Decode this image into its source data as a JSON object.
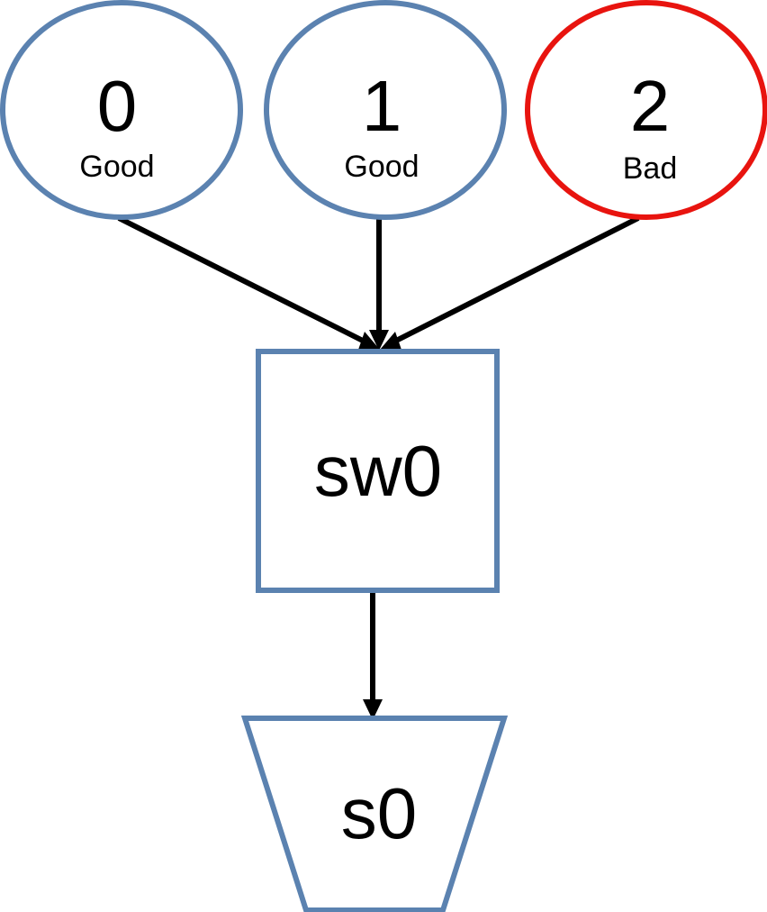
{
  "colors": {
    "good": "#5b82b0",
    "bad": "#e8140f",
    "edge": "#000000"
  },
  "inputs": [
    {
      "id": "0",
      "status": "Good",
      "state": "good"
    },
    {
      "id": "1",
      "status": "Good",
      "state": "good"
    },
    {
      "id": "2",
      "status": "Bad",
      "state": "bad"
    }
  ],
  "switch": {
    "label": "sw0"
  },
  "sink": {
    "label": "s0"
  },
  "edges": [
    {
      "from": "0",
      "to": "sw0"
    },
    {
      "from": "1",
      "to": "sw0"
    },
    {
      "from": "2",
      "to": "sw0"
    },
    {
      "from": "sw0",
      "to": "s0"
    }
  ]
}
